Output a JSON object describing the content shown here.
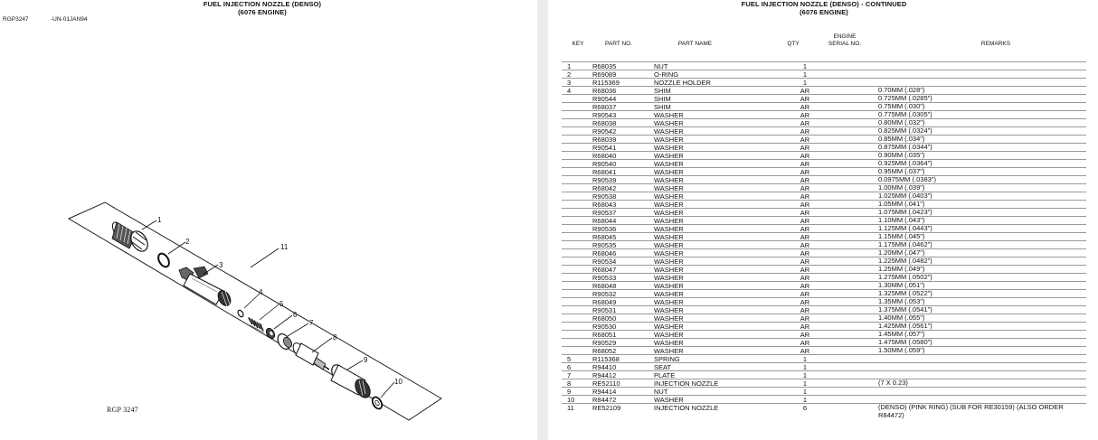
{
  "left_page": {
    "title": "FUEL INJECTION NOZZLE (DENSO)",
    "subtitle": "(6076 ENGINE)",
    "figure_ref": "RGP3247",
    "figure_date": "-UN-01JAN94",
    "caption": "RGP 3247",
    "callouts": [
      "1",
      "2",
      "3",
      "4",
      "5",
      "6",
      "7",
      "8",
      "9",
      "10",
      "11"
    ]
  },
  "right_page": {
    "title": "FUEL INJECTION NOZZLE (DENSO) - CONTINUED",
    "subtitle": "(6076 ENGINE)",
    "headers": {
      "key": "KEY",
      "part_no": "PART NO.",
      "part_name": "PART NAME",
      "qty": "QTY",
      "serial_line1": "ENGINE",
      "serial_line2": "SERIAL NO.",
      "remarks": "REMARKS"
    },
    "rows": [
      {
        "key": "1",
        "part": "R68035",
        "name": "NUT",
        "qty": "1",
        "remarks": ""
      },
      {
        "key": "2",
        "part": "R69089",
        "name": "O-RING",
        "qty": "1",
        "remarks": ""
      },
      {
        "key": "3",
        "part": "R115369",
        "name": "NOZZLE HOLDER",
        "qty": "1",
        "remarks": ""
      },
      {
        "key": "4",
        "part": "R68036",
        "name": "SHIM",
        "qty": "AR",
        "remarks": "0.70MM (.028\")"
      },
      {
        "key": "",
        "part": "R90544",
        "name": "SHIM",
        "qty": "AR",
        "remarks": "0.725MM (.0285\")"
      },
      {
        "key": "",
        "part": "R68037",
        "name": "SHIM",
        "qty": "AR",
        "remarks": "0.75MM (.030\")"
      },
      {
        "key": "",
        "part": "R90543",
        "name": "WASHER",
        "qty": "AR",
        "remarks": "0.775MM (.0305\")"
      },
      {
        "key": "",
        "part": "R68038",
        "name": "WASHER",
        "qty": "AR",
        "remarks": "0.80MM (.032\")"
      },
      {
        "key": "",
        "part": "R90542",
        "name": "WASHER",
        "qty": "AR",
        "remarks": "0.825MM (.0324\")"
      },
      {
        "key": "",
        "part": "R68039",
        "name": "WASHER",
        "qty": "AR",
        "remarks": "0.85MM (.034\")"
      },
      {
        "key": "",
        "part": "R90541",
        "name": "WASHER",
        "qty": "AR",
        "remarks": "0.875MM (.0344\")"
      },
      {
        "key": "",
        "part": "R68040",
        "name": "WASHER",
        "qty": "AR",
        "remarks": "0.90MM (.035\")"
      },
      {
        "key": "",
        "part": "R90540",
        "name": "WASHER",
        "qty": "AR",
        "remarks": "0.925MM (.0364\")"
      },
      {
        "key": "",
        "part": "R68041",
        "name": "WASHER",
        "qty": "AR",
        "remarks": "0.95MM (.037\")"
      },
      {
        "key": "",
        "part": "R90539",
        "name": "WASHER",
        "qty": "AR",
        "remarks": "0.0975MM (.0383\")"
      },
      {
        "key": "",
        "part": "R68042",
        "name": "WASHER",
        "qty": "AR",
        "remarks": "1.00MM (.039\")"
      },
      {
        "key": "",
        "part": "R90538",
        "name": "WASHER",
        "qty": "AR",
        "remarks": "1.025MM (.0403\")"
      },
      {
        "key": "",
        "part": "R68043",
        "name": "WASHER",
        "qty": "AR",
        "remarks": "1.05MM (.041\")"
      },
      {
        "key": "",
        "part": "R90537",
        "name": "WASHER",
        "qty": "AR",
        "remarks": "1.075MM (.0423\")"
      },
      {
        "key": "",
        "part": "R68044",
        "name": "WASHER",
        "qty": "AR",
        "remarks": "1.10MM (.043\")"
      },
      {
        "key": "",
        "part": "R90536",
        "name": "WASHER",
        "qty": "AR",
        "remarks": "1.125MM (.0443\")"
      },
      {
        "key": "",
        "part": "R68045",
        "name": "WASHER",
        "qty": "AR",
        "remarks": "1.15MM (.045\")"
      },
      {
        "key": "",
        "part": "R90535",
        "name": "WASHER",
        "qty": "AR",
        "remarks": "1.175MM (.0462\")"
      },
      {
        "key": "",
        "part": "R68046",
        "name": "WASHER",
        "qty": "AR",
        "remarks": "1.20MM (.047\")"
      },
      {
        "key": "",
        "part": "R90534",
        "name": "WASHER",
        "qty": "AR",
        "remarks": "1.225MM (.0482\")"
      },
      {
        "key": "",
        "part": "R68047",
        "name": "WASHER",
        "qty": "AR",
        "remarks": "1.25MM (.049\")"
      },
      {
        "key": "",
        "part": "R90533",
        "name": "WASHER",
        "qty": "AR",
        "remarks": "1.275MM (.0502\")"
      },
      {
        "key": "",
        "part": "R68048",
        "name": "WASHER",
        "qty": "AR",
        "remarks": "1.30MM (.051\")"
      },
      {
        "key": "",
        "part": "R90532",
        "name": "WASHER",
        "qty": "AR",
        "remarks": "1.325MM (.0522\")"
      },
      {
        "key": "",
        "part": "R68049",
        "name": "WASHER",
        "qty": "AR",
        "remarks": "1.35MM (.053\")"
      },
      {
        "key": "",
        "part": "R90531",
        "name": "WASHER",
        "qty": "AR",
        "remarks": "1.375MM (.0541\")"
      },
      {
        "key": "",
        "part": "R68050",
        "name": "WASHER",
        "qty": "AR",
        "remarks": "1.40MM (.055\")"
      },
      {
        "key": "",
        "part": "R90530",
        "name": "WASHER",
        "qty": "AR",
        "remarks": "1.425MM (.0561\")"
      },
      {
        "key": "",
        "part": "R68051",
        "name": "WASHER",
        "qty": "AR",
        "remarks": "1.45MM (.057\")"
      },
      {
        "key": "",
        "part": "R90529",
        "name": "WASHER",
        "qty": "AR",
        "remarks": "1.475MM (.0580\")"
      },
      {
        "key": "",
        "part": "R68052",
        "name": "WASHER",
        "qty": "AR",
        "remarks": "1.50MM (.059\")"
      },
      {
        "key": "5",
        "part": "R115368",
        "name": "SPRING",
        "qty": "1",
        "remarks": ""
      },
      {
        "key": "6",
        "part": "R94410",
        "name": "SEAT",
        "qty": "1",
        "remarks": ""
      },
      {
        "key": "7",
        "part": "R94412",
        "name": "PLATE",
        "qty": "1",
        "remarks": ""
      },
      {
        "key": "8",
        "part": "RE52110",
        "name": "INJECTION NOZZLE",
        "qty": "1",
        "remarks": "(7 X 0.23)"
      },
      {
        "key": "9",
        "part": "R94414",
        "name": "NUT",
        "qty": "1",
        "remarks": ""
      },
      {
        "key": "10",
        "part": "R84472",
        "name": "WASHER",
        "qty": "1",
        "remarks": ""
      },
      {
        "key": "11",
        "part": "RE52109",
        "name": "INJECTION NOZZLE",
        "qty": "6",
        "remarks": "(DENSO) (PINK RING) (SUB FOR RE30159) (ALSO ORDER R84472)"
      }
    ]
  }
}
